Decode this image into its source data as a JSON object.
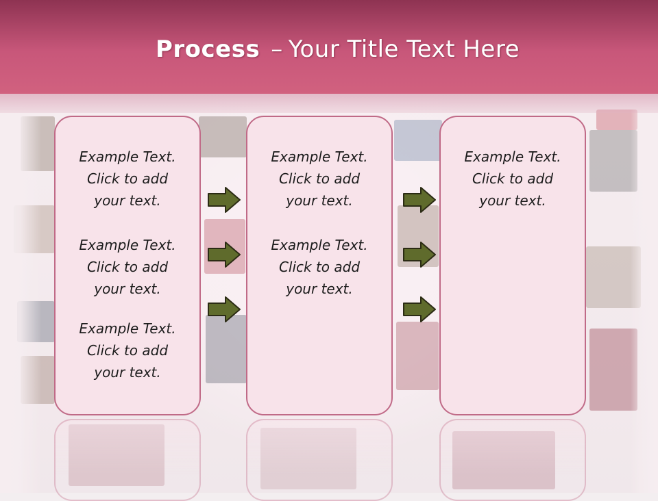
{
  "slide": {
    "title_bold": "Process",
    "title_dash": "–",
    "title_rest": "Your Title Text Here"
  },
  "columns": [
    {
      "items": [
        {
          "line1": "Example Text.",
          "line2": "Click  to add",
          "line3": "your text."
        },
        {
          "line1": "Example Text.",
          "line2": "Click  to add",
          "line3": "your text."
        },
        {
          "line1": "Example Text.",
          "line2": "Click  to add",
          "line3": "your text."
        }
      ]
    },
    {
      "items": [
        {
          "line1": "Example Text.",
          "line2": "Click  to add",
          "line3": "your text."
        },
        {
          "line1": "Example Text.",
          "line2": "Click  to add",
          "line3": "your text."
        }
      ]
    },
    {
      "items": [
        {
          "line1": "Example Text.",
          "line2": "Click  to add",
          "line3": "your text."
        }
      ]
    }
  ],
  "colors": {
    "title_bar": "#c8577a",
    "box_fill": "#f8e3ea",
    "box_border": "#c06a87",
    "arrow_fill": "#5f6b2c",
    "arrow_stroke": "#2b2b14"
  },
  "icons": [
    "right-arrow-icon"
  ]
}
